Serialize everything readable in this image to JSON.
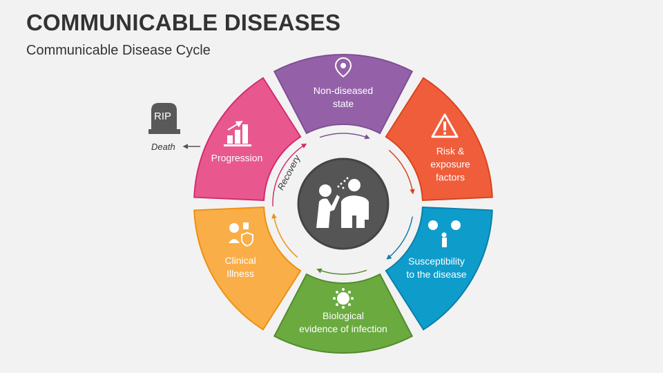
{
  "header": {
    "title": "COMMUNICABLE DISEASES",
    "subtitle": "Communicable Disease Cycle"
  },
  "cycle": {
    "segments": [
      {
        "label": "Non-diseased state",
        "line1": "Non-diseased",
        "line2": "state",
        "color": "#9461a8",
        "stroke": "#7e4f93",
        "icon": "location-pin-virus-icon"
      },
      {
        "label": "Risk & exposure factors",
        "line1": "Risk &",
        "line2": "exposure",
        "line3": "factors",
        "color": "#f05d3b",
        "stroke": "#d9431f",
        "icon": "warning-icon"
      },
      {
        "label": "Susceptibility to the disease",
        "line1": "Susceptibility",
        "line2": "to the disease",
        "color": "#0e9ccb",
        "stroke": "#0b7fa8",
        "icon": "person-virus-icon"
      },
      {
        "label": "Biological evidence of infection",
        "line1": "Biological",
        "line2": "evidence of infection",
        "color": "#6aaa3f",
        "stroke": "#538a2e",
        "icon": "virus-icon"
      },
      {
        "label": "Clinical Illness",
        "line1": "Clinical",
        "line2": "Illness",
        "color": "#f9ae48",
        "stroke": "#ee9010",
        "icon": "patient-iv-icon"
      },
      {
        "label": "Progression",
        "line1": "Progression",
        "color": "#e8588f",
        "stroke": "#d22c70",
        "icon": "growth-chart-icon"
      }
    ],
    "recovery_label": "Recovery",
    "death_label": "Death",
    "rip_label": "RIP",
    "center_color": "#555555"
  }
}
